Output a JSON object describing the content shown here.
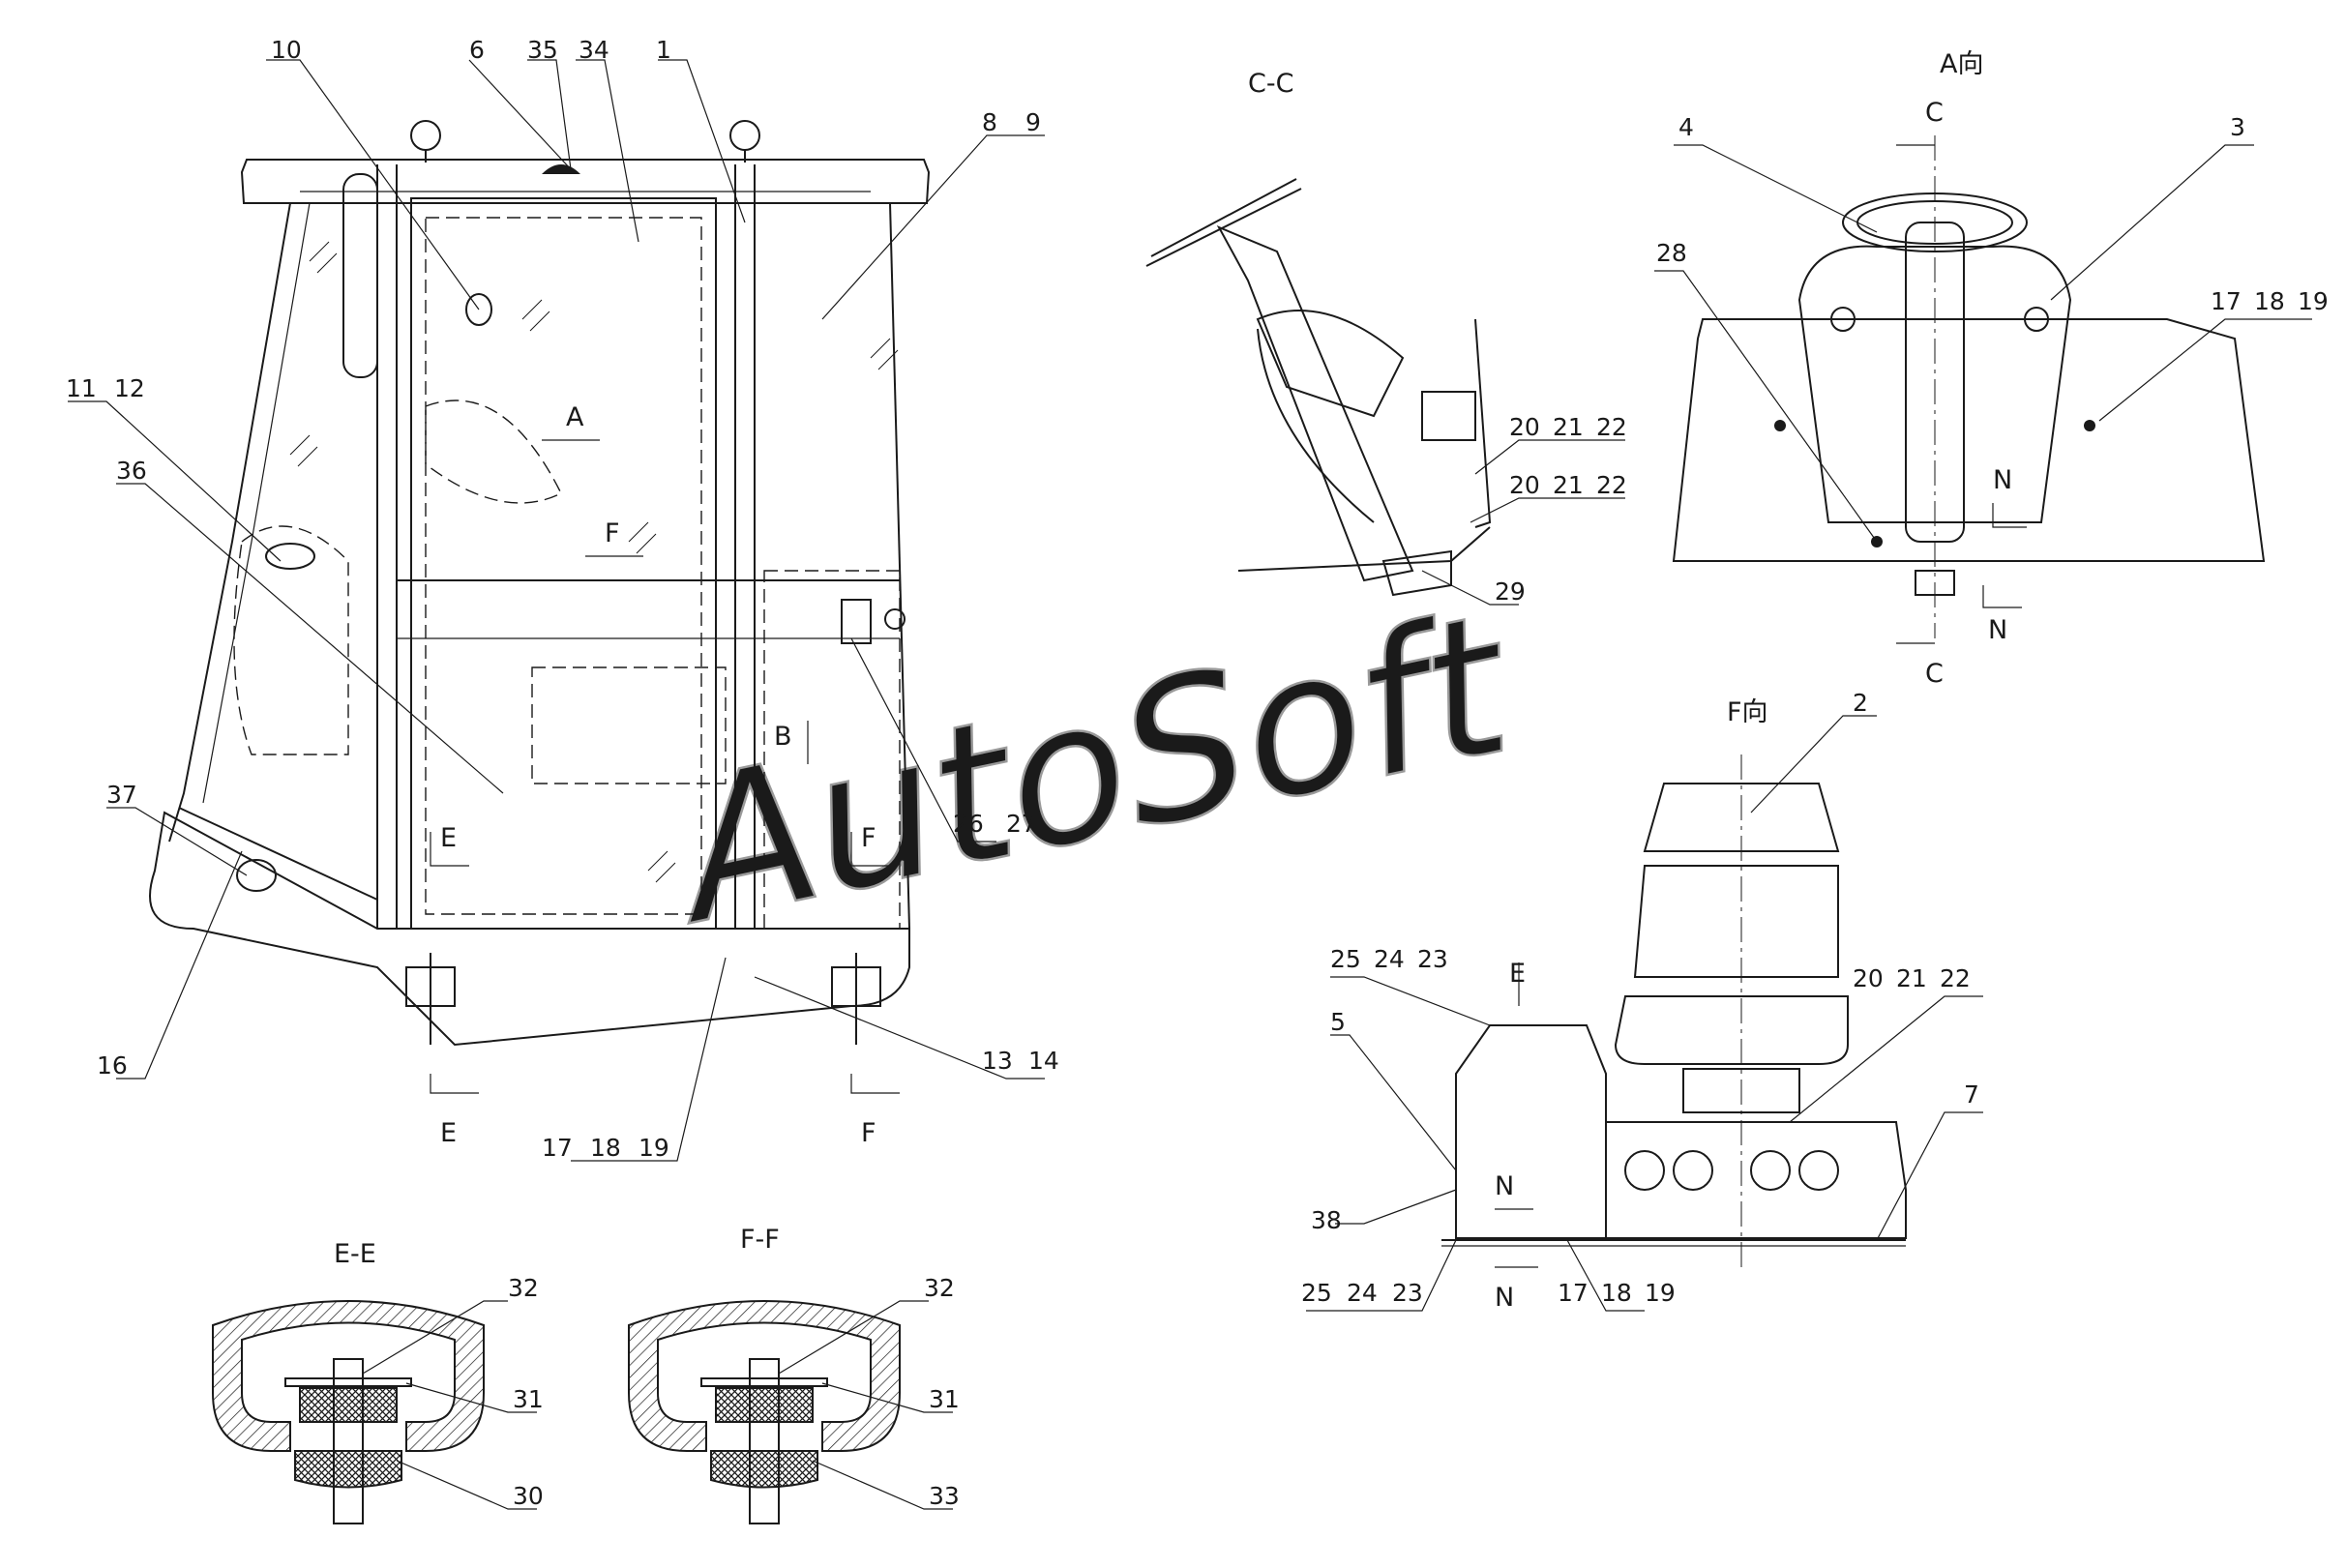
{
  "views": {
    "cc_title": "C-C",
    "a_title": "A向",
    "f_title": "F向",
    "ee_title": "E-E",
    "ff_title": "F-F"
  },
  "watermark": "AutoSoft",
  "main_labels": [
    "10",
    "6",
    "35",
    "34",
    "1",
    "8",
    "9",
    "11",
    "12",
    "36",
    "37",
    "16",
    "26",
    "27",
    "13",
    "14",
    "17",
    "18",
    "19"
  ],
  "main_markers": [
    "A",
    "F",
    "B",
    "E",
    "F",
    "E",
    "F"
  ],
  "cc_labels": [
    "20",
    "21",
    "22",
    "20",
    "21",
    "22",
    "29"
  ],
  "a_labels": [
    "4",
    "3",
    "28",
    "17",
    "18",
    "19"
  ],
  "a_markers": [
    "C",
    "C",
    "N",
    "N"
  ],
  "f_labels": [
    "2",
    "20",
    "21",
    "22",
    "25",
    "24",
    "23",
    "5",
    "7",
    "38",
    "25",
    "24",
    "23",
    "17",
    "18",
    "19"
  ],
  "f_markers": [
    "E",
    "N",
    "N"
  ],
  "ee_labels": [
    "32",
    "31",
    "30"
  ],
  "ff_labels": [
    "32",
    "31",
    "33"
  ]
}
